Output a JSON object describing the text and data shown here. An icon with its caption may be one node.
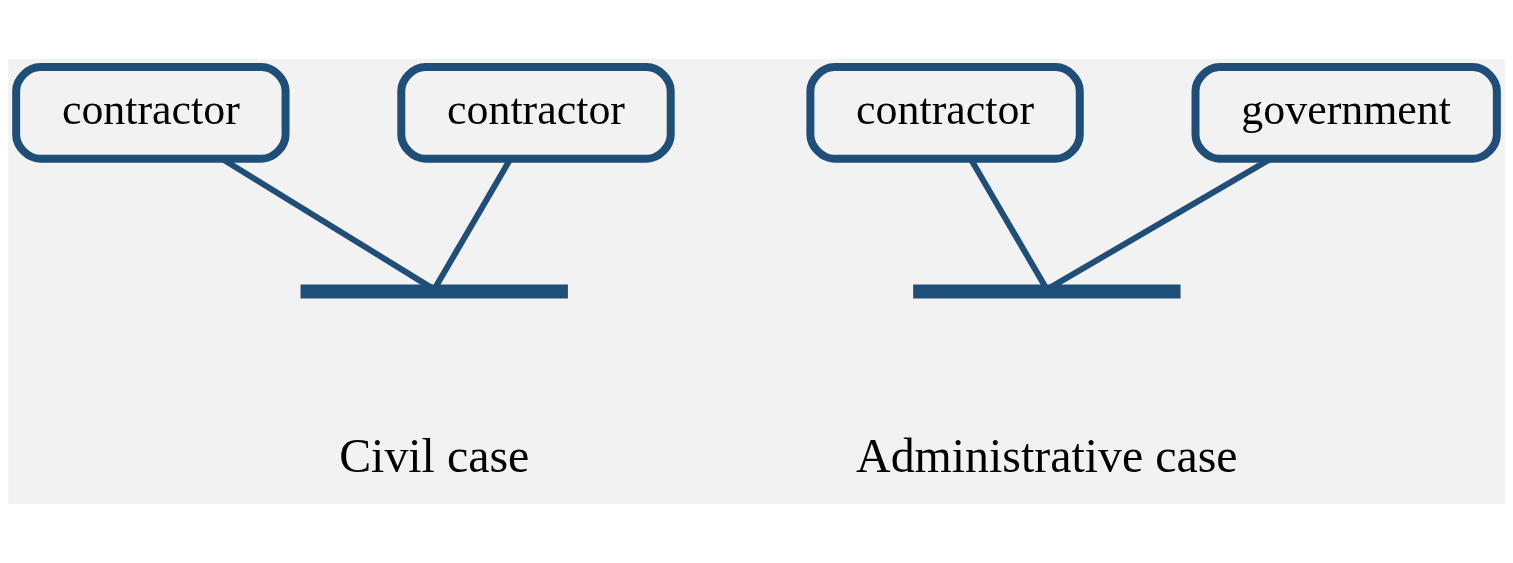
{
  "diagram": {
    "nodes": [
      {
        "text": [
          "contractor"
        ]
      },
      {
        "text": [
          "contractor"
        ]
      },
      {
        "text": [
          "contractor"
        ]
      },
      {
        "text": [
          "government"
        ]
      },
      {
        "text": [],
        "shape": "bar"
      },
      {
        "text": [],
        "shape": "bar"
      }
    ],
    "edges": [
      {
        "from": 0,
        "to": 4,
        "arrow": "none"
      },
      {
        "from": 1,
        "to": 4,
        "arrow": "none"
      },
      {
        "from": 2,
        "to": 5,
        "arrow": "none"
      },
      {
        "from": 3,
        "to": 5,
        "arrow": "none"
      }
    ],
    "labels": [
      "Civil case",
      "Administrative case"
    ]
  }
}
